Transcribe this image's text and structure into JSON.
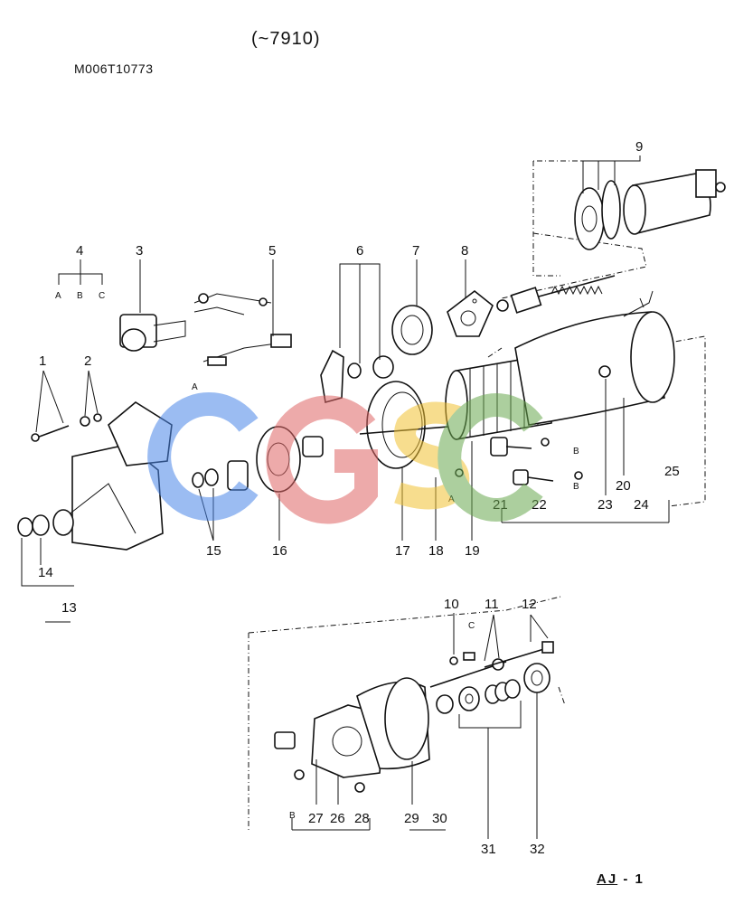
{
  "header": {
    "range": "(~7910)",
    "doc_code": "M006T10773"
  },
  "footer": {
    "page_prefix": "AJ",
    "page_suffix": "- 1"
  },
  "watermark": {
    "text": "CGSC",
    "colors": [
      "#4a86e8",
      "#e06666",
      "#f1c232",
      "#6aa84f"
    ]
  },
  "callouts": {
    "c1": "1",
    "c2": "2",
    "c3": "3",
    "c4": "4",
    "c5": "5",
    "c6": "6",
    "c7": "7",
    "c8": "8",
    "c9": "9",
    "c10": "10",
    "c11": "11",
    "c12": "12",
    "c13": "13",
    "c14": "14",
    "c15": "15",
    "c16": "16",
    "c17": "17",
    "c18": "18",
    "c19": "19",
    "c20": "20",
    "c21": "21",
    "c22": "22",
    "c23": "23",
    "c24": "24",
    "c25": "25",
    "c26": "26",
    "c27": "27",
    "c28": "28",
    "c29": "29",
    "c30": "30",
    "c31": "31",
    "c32": "32"
  },
  "sub_labels": {
    "a": "A",
    "b": "B",
    "c": "C"
  }
}
